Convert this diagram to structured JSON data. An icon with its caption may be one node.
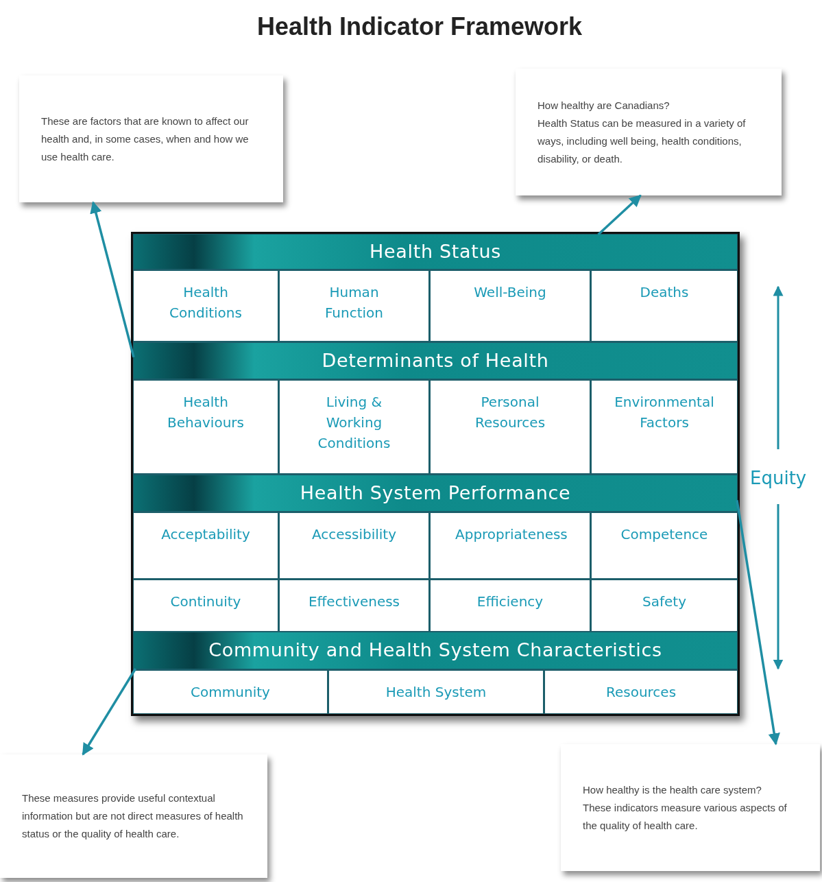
{
  "diagram": {
    "title": "Health Indicator Framework",
    "nodes": [
      {
        "text": [
          "These are factors that are known to affect our health and, in some cases, when and how we use health care."
        ]
      },
      {
        "text": [
          "How healthy are Canadians?",
          "Health Status can be measured in a variety of ways, including well being, health conditions, disability, or death."
        ]
      },
      {
        "text": [
          "Health Status"
        ]
      },
      {
        "text": [
          "Health Conditions"
        ]
      },
      {
        "text": [
          "Human Function"
        ]
      },
      {
        "text": [
          "Well-Being"
        ]
      },
      {
        "text": [
          "Deaths"
        ]
      },
      {
        "text": [
          "Determinants of Health"
        ]
      },
      {
        "text": [
          "Health Behaviours"
        ]
      },
      {
        "text": [
          "Living & Working Conditions"
        ]
      },
      {
        "text": [
          "Personal Resources"
        ]
      },
      {
        "text": [
          "Environmental Factors"
        ]
      },
      {
        "text": [
          "Health System Performance"
        ]
      },
      {
        "text": [
          "Acceptability"
        ]
      },
      {
        "text": [
          "Accessibility"
        ]
      },
      {
        "text": [
          "Appropriateness"
        ]
      },
      {
        "text": [
          "Competence"
        ]
      },
      {
        "text": [
          "Continuity"
        ]
      },
      {
        "text": [
          "Effectiveness"
        ]
      },
      {
        "text": [
          "Efficiency"
        ]
      },
      {
        "text": [
          "Safety"
        ]
      },
      {
        "text": [
          "Community and Health System Characteristics"
        ]
      },
      {
        "text": [
          "Community"
        ]
      },
      {
        "text": [
          "Health System"
        ]
      },
      {
        "text": [
          "Resources"
        ]
      },
      {
        "text": [
          "These measures provide useful contextual information but are not direct measures of health status or the quality of health care."
        ]
      },
      {
        "text": [
          "How healthy is the health care system?",
          "These indicators measure various aspects of the quality of health care."
        ]
      }
    ],
    "edges": [
      {
        "from": 7,
        "to": 0,
        "arrow": "to"
      },
      {
        "from": 2,
        "to": 1,
        "arrow": "to"
      },
      {
        "from": 21,
        "to": 25,
        "arrow": "to"
      },
      {
        "from": 12,
        "to": 26,
        "arrow": "to"
      }
    ],
    "labels": [
      "Equity"
    ]
  }
}
